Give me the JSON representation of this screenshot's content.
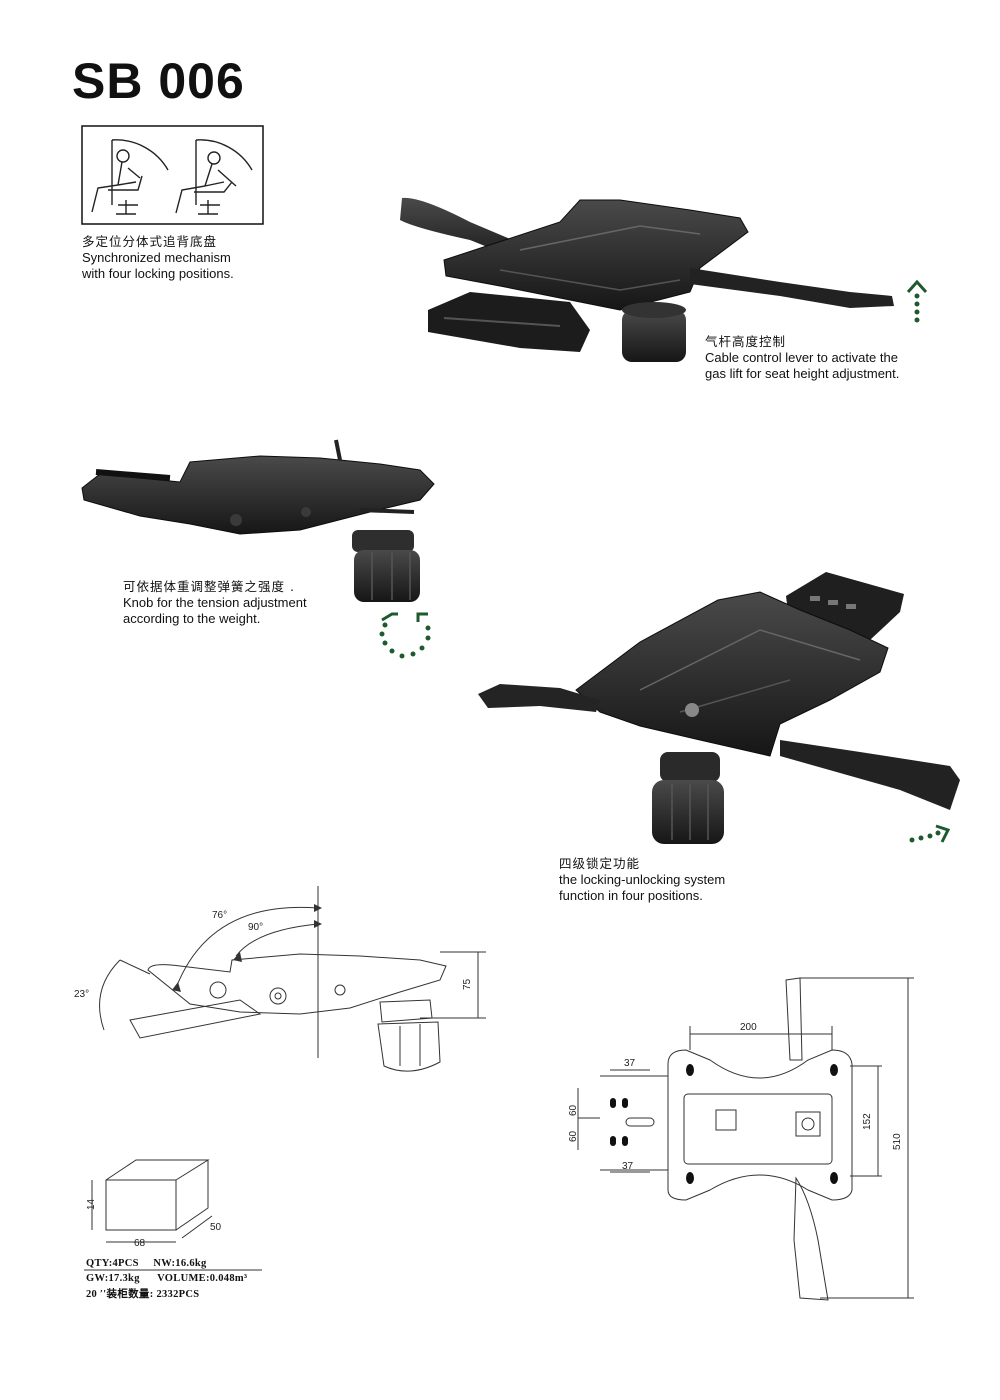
{
  "product": {
    "model": "SB 006"
  },
  "features": [
    {
      "cn": "多定位分体式追背底盘",
      "en_line1": "Synchronized mechanism",
      "en_line2": "with four locking positions."
    },
    {
      "cn": "气杆高度控制",
      "en_line1": "Cable control lever to activate the",
      "en_line2": "gas lift for seat height adjustment."
    },
    {
      "cn": "可依据体重调整弹簧之强度 .",
      "en_line1": "Knob for the tension adjustment",
      "en_line2": "according to the weight."
    },
    {
      "cn": "四级锁定功能",
      "en_line1": "the locking-unlocking system",
      "en_line2": "function in four positions."
    }
  ],
  "tilt_diagram": {
    "angle_a": "76°",
    "angle_b": "90°",
    "angle_c": "23°",
    "height": "75"
  },
  "top_view": {
    "width_top": "200",
    "dim_37_top": "37",
    "dim_37_bottom": "37",
    "dim_60a": "60",
    "dim_60b": "60",
    "dim_152": "152",
    "dim_510": "510"
  },
  "carton": {
    "height": "14",
    "length": "68",
    "depth": "50"
  },
  "packing": {
    "qty": "QTY:4PCS",
    "nw": "NW:16.6kg",
    "gw": "GW:17.3kg",
    "volume": "VOLUME:0.048m³",
    "container": "20 ′′装柜数量: 2332PCS"
  },
  "colors": {
    "arrow": "#1f5a2e",
    "metal": "#2b2b2b",
    "line": "#444444"
  }
}
